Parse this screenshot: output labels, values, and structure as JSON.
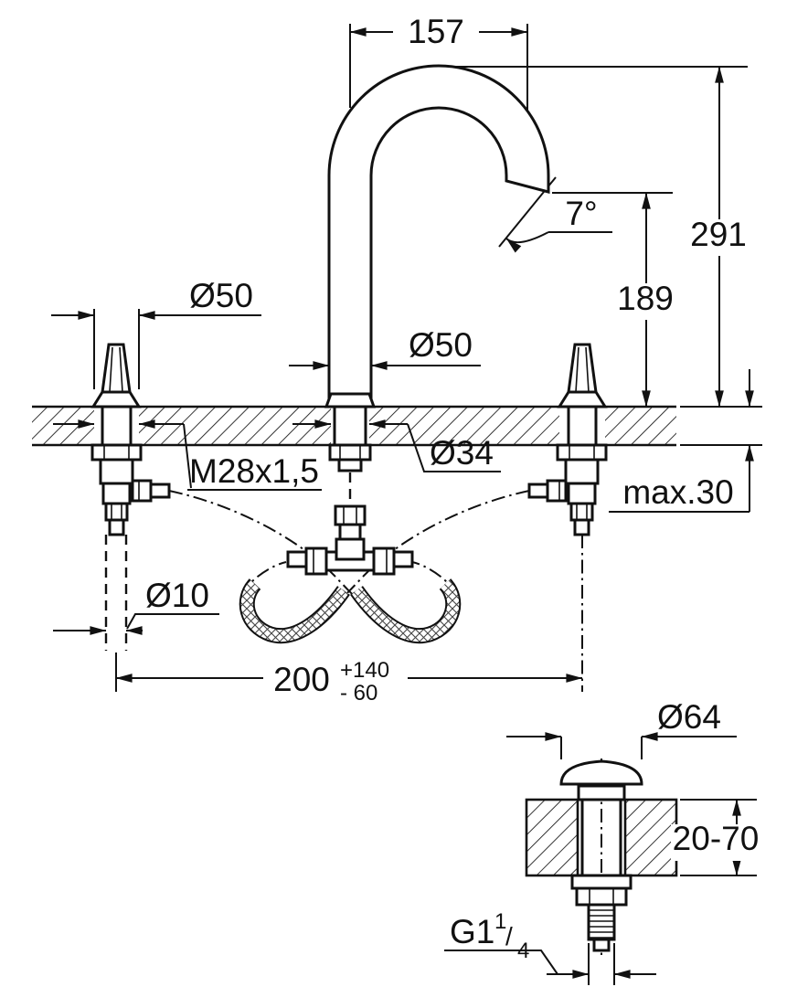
{
  "colors": {
    "line": "#111111",
    "background": "#ffffff"
  },
  "labels": {
    "spout_reach": "157",
    "overall_height": "291",
    "outlet_height": "189",
    "outlet_angle": "7°",
    "handle_diameter": "Ø50",
    "spout_diameter": "Ø50",
    "hole_diameter": "Ø34",
    "shank_thread": "M28x1,5",
    "max_counter_thickness": "max.30",
    "supply_pipe_diameter": "Ø10",
    "hole_spacing": "200",
    "hole_spacing_tolerance_plus": "+140",
    "hole_spacing_tolerance_minus": "- 60",
    "waste_flange_diameter": "Ø64",
    "waste_counter_thickness": "20-70",
    "waste_thread_base": "G1",
    "waste_thread_numerator": "1",
    "waste_thread_slash": "/",
    "waste_thread_denominator": "4"
  }
}
